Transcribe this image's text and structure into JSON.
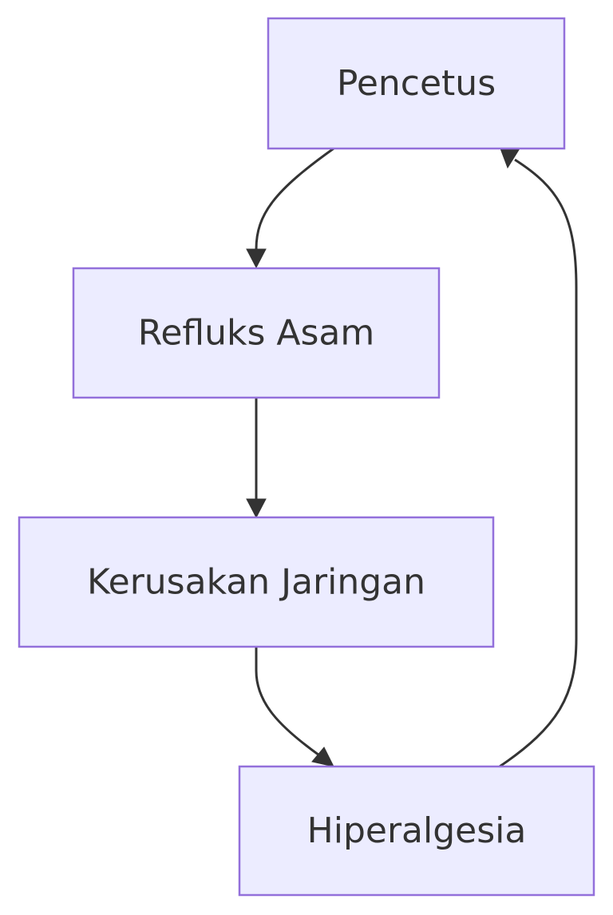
{
  "diagram": {
    "type": "flowchart",
    "nodes": [
      {
        "id": "pencetus",
        "label": "Pencetus"
      },
      {
        "id": "refluks",
        "label": "Refluks Asam"
      },
      {
        "id": "kerusakan",
        "label": "Kerusakan Jaringan"
      },
      {
        "id": "hiperalgesia",
        "label": "Hiperalgesia"
      }
    ],
    "edges": [
      {
        "from": "pencetus",
        "to": "refluks"
      },
      {
        "from": "refluks",
        "to": "kerusakan"
      },
      {
        "from": "kerusakan",
        "to": "hiperalgesia"
      },
      {
        "from": "hiperalgesia",
        "to": "pencetus"
      }
    ],
    "colors": {
      "node_fill": "#ececff",
      "node_stroke": "#9370db",
      "edge": "#333333",
      "text": "#333333"
    }
  }
}
